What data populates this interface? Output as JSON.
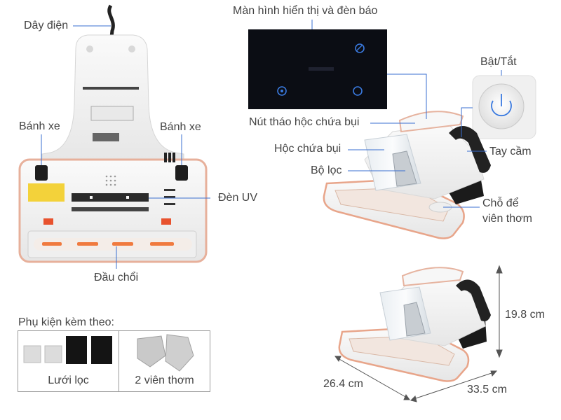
{
  "labels": {
    "power_cord": "Dây điện",
    "wheel_left": "Bánh xe",
    "wheel_right": "Bánh xe",
    "uv_light": "Đèn UV",
    "brush_head": "Đầu chổi",
    "display": "Màn hình hiển thị và đèn báo",
    "dust_release": "Nút tháo hộc chứa bụi",
    "dust_box": "Hộc chứa bụi",
    "filter": "Bộ lọc",
    "power_button": "Bật/Tắt",
    "handle": "Tay cầm",
    "scent_slot_line1": "Chỗ để",
    "scent_slot_line2": "viên thơm"
  },
  "accessories": {
    "title": "Phụ kiện kèm theo:",
    "items": [
      {
        "label": "Lưới lọc"
      },
      {
        "label": "2 viên thơm"
      }
    ]
  },
  "dimensions": {
    "height": "19.8 cm",
    "depth": "26.4 cm",
    "width": "33.5 cm"
  },
  "colors": {
    "accent_copper": "#e8a58a",
    "body_white": "#f4f4f4",
    "callout_line": "#3a6fd0",
    "panel_black": "#0b0d14"
  }
}
